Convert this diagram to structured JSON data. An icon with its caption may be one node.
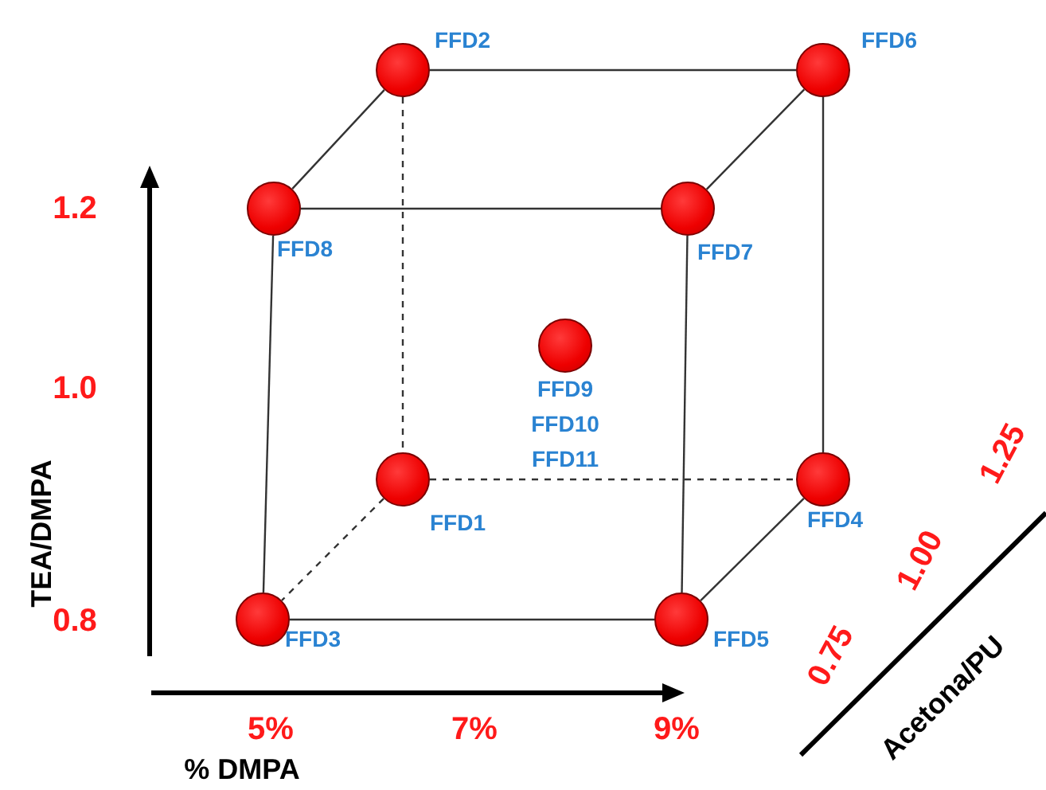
{
  "diagram": {
    "nodes": [
      {
        "text": [
          "FFD2"
        ]
      },
      {
        "text": [
          "FFD6"
        ]
      },
      {
        "text": [
          "FFD8"
        ]
      },
      {
        "text": [
          "FFD7"
        ]
      },
      {
        "text": [
          "FFD9",
          "FFD10",
          "FFD11"
        ]
      },
      {
        "text": [
          "FFD1"
        ]
      },
      {
        "text": [
          "FFD4"
        ]
      },
      {
        "text": [
          "FFD3"
        ]
      },
      {
        "text": [
          "FFD5"
        ]
      }
    ],
    "edges": [
      {
        "from": 0,
        "to": 1,
        "arrow": "none"
      },
      {
        "from": 0,
        "to": 2,
        "arrow": "none"
      },
      {
        "from": 1,
        "to": 3,
        "arrow": "none"
      },
      {
        "from": 2,
        "to": 3,
        "arrow": "none"
      },
      {
        "from": 0,
        "to": 5,
        "arrow": "none",
        "style": "dashed"
      },
      {
        "from": 1,
        "to": 6,
        "arrow": "none"
      },
      {
        "from": 2,
        "to": 7,
        "arrow": "none"
      },
      {
        "from": 3,
        "to": 8,
        "arrow": "none"
      },
      {
        "from": 5,
        "to": 6,
        "arrow": "none",
        "style": "dashed"
      },
      {
        "from": 5,
        "to": 7,
        "arrow": "none",
        "style": "dashed"
      },
      {
        "from": 6,
        "to": 8,
        "arrow": "none"
      },
      {
        "from": 7,
        "to": 8,
        "arrow": "none"
      }
    ],
    "labels": [
      "1.2",
      "1.0",
      "0.8",
      "TEA/DMPA",
      "1.25",
      "1.00",
      "0.75",
      "Acetona/PU",
      "5%",
      "7%",
      "9%",
      "% DMPA"
    ]
  }
}
